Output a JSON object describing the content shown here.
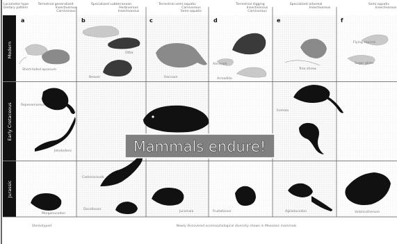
{
  "figure": {
    "ways_of_life": [
      "Terrestrial generalized\nInsectivorous\nCarnivorous",
      "Specialized subterranean\nHerbivorous\nInsectivorous",
      "Terrestrial semi-aquatic\nCarnivorous\nSemi-aquatic",
      "Terrestrial digging\nInsectivorous\nCarnivorous",
      "Specialized arboreal\nInsectivorous",
      "Semi-aquatic\nInsectivorous"
    ],
    "column_letters": [
      "a",
      "b",
      "c",
      "d",
      "e",
      "f"
    ],
    "eras": [
      "Modern",
      "Early Cretaceous",
      "Jurassic"
    ],
    "header_left": "Locomotor type\nDietary pattern",
    "labels": {
      "a_modern": "Short-tailed opossum",
      "b_modern": "Beaver",
      "b_otter": "Otter",
      "c_modern": "Raccoon",
      "d_modern": "Aardvark",
      "d_armadillo": "Armadillo",
      "e_modern": "Tree shrew",
      "f_modern1": "Flying squirrel",
      "f_modern2": "Sugar glider",
      "a_cret1": "Repenomamus",
      "a_cret2": "Jeholodens",
      "e_cret": "Eomaia",
      "a_jur": "Morganucodon",
      "b_jur1": "Castorocauda",
      "b_jur2": "Docofossor",
      "c_jur": "Juramaia",
      "d_jur": "Fruitafossor",
      "e_jur": "Agilodocodon",
      "f_jur": "Volaticotherium"
    },
    "footer_left": "Stereotyped",
    "footer_center": "Newly discovered ecomorphological diversity shown in Mesozoic mammals"
  },
  "overlay": {
    "caption": "Mammals endure!"
  }
}
